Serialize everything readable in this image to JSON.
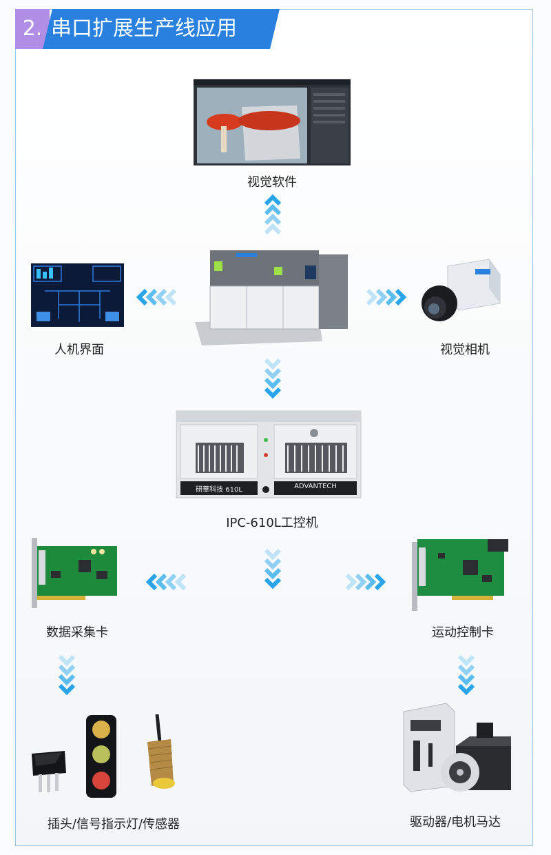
{
  "header": {
    "number": "2.",
    "title": "串口扩展生产线应用"
  },
  "nodes": {
    "vision_software": "视觉软件",
    "hmi": "人机界面",
    "vision_camera": "视觉相机",
    "ipc": "IPC-610L工控机",
    "daq_card": "数据采集卡",
    "motion_card": "运动控制卡",
    "plug_sensor": "插头/信号指示灯/传感器",
    "driver_motor": "驱动器/电机马达"
  },
  "ipc_brand": {
    "left": "研華科技 610L",
    "right": "ADVANTECH"
  },
  "colors": {
    "arrow": "#29a3ea",
    "arrow_light": "#bfe3f7",
    "accent": "#2a80df",
    "number_bg": "#b08ee6"
  }
}
